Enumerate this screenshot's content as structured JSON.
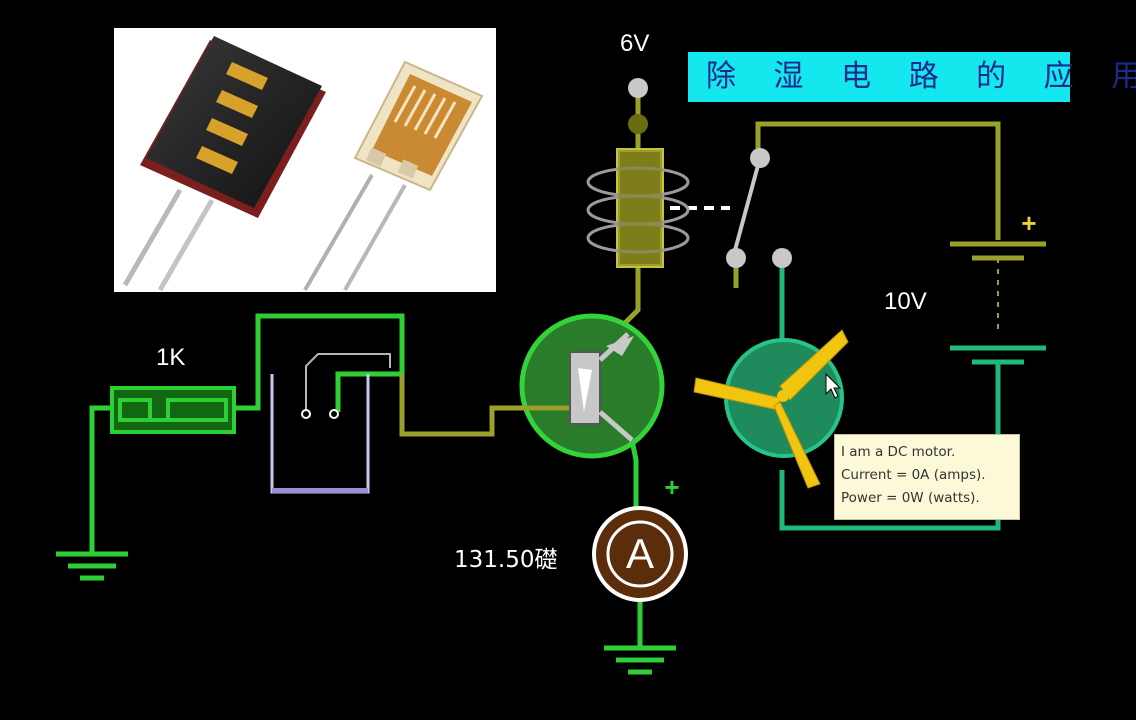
{
  "title": "除 湿 电 路 的 应 用",
  "labels": {
    "supply_voltage": "6V",
    "battery_voltage": "10V",
    "resistor_value": "1K",
    "ammeter_reading": "131.50礎",
    "ammeter_symbol": "A",
    "plus_sign": "+"
  },
  "tooltip": {
    "line1": "I am a DC motor.",
    "line2": "Current = 0A (amps).",
    "line3": "Power = 0W (watts)."
  },
  "colors": {
    "wire_green": "#2ecf35",
    "wire_olive": "#9aa12a",
    "transistor_fill": "#2a7c2a",
    "motor_fill": "#1f8a5c",
    "fan_blade": "#f1c40f",
    "ammeter_fill": "#5c2d0a",
    "title_bg": "#14e7ee",
    "title_text": "#1d2b8a"
  }
}
